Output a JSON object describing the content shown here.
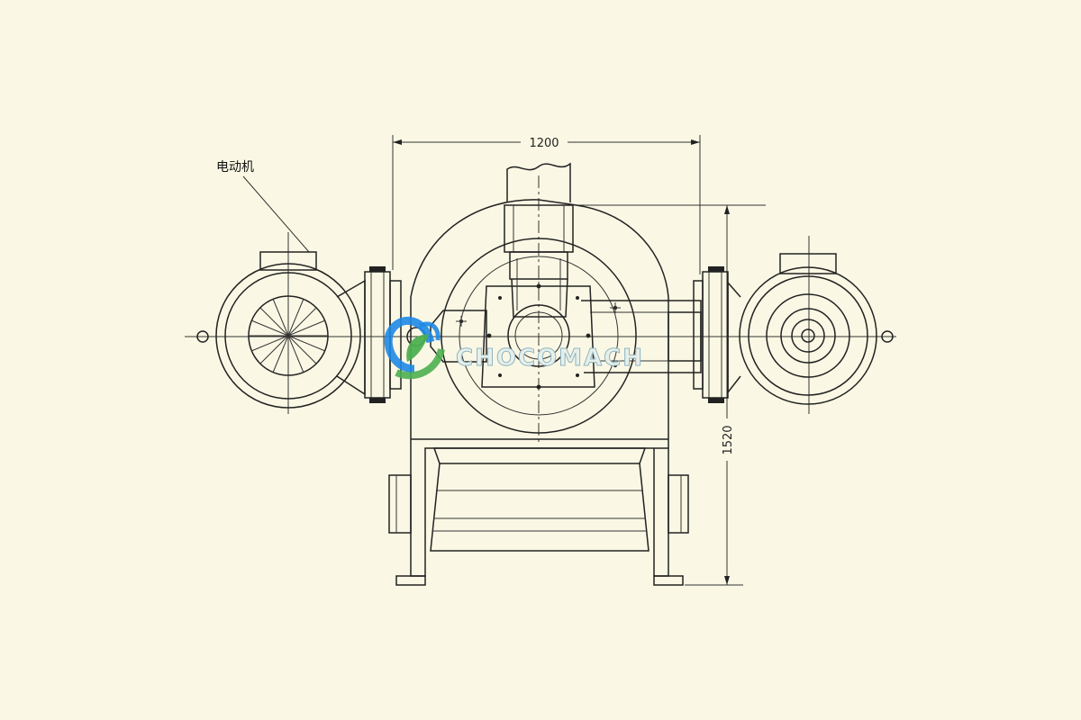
{
  "labels": {
    "motor": "电动机"
  },
  "dimensions": {
    "width": "1200",
    "height": "1520"
  },
  "watermark": {
    "brand": "CHOCOMACH"
  },
  "colors": {
    "background": "#faf8e4",
    "line": "#222222",
    "watermark_green": "#4caf50",
    "watermark_blue": "#1e88e5"
  }
}
